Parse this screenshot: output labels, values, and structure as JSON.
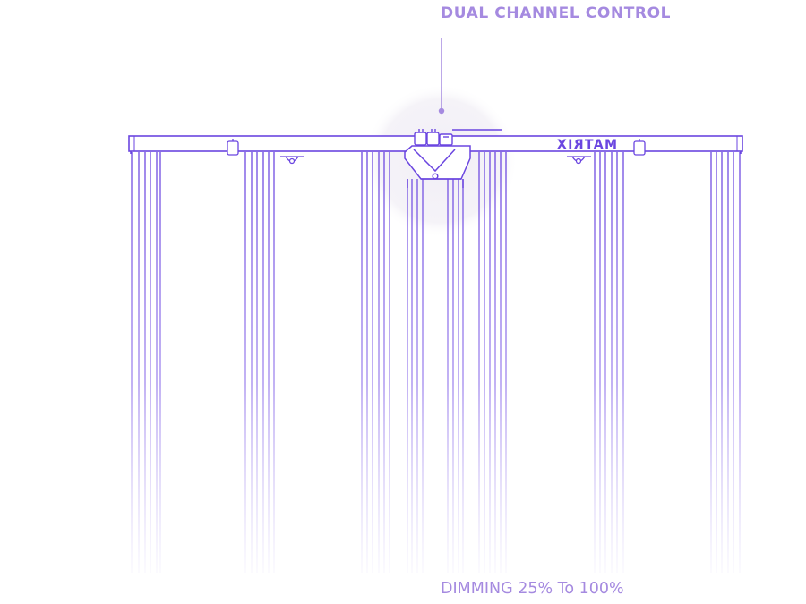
{
  "diagram": {
    "callout_top": "DUAL CHANNEL CONTROL",
    "callout_bottom": "DIMMING 25% To 100%",
    "brand_text": "MATRIX",
    "colors": {
      "line": "#6b46e0",
      "label": "#a58ae0",
      "halo": "#f4f2f7"
    }
  }
}
